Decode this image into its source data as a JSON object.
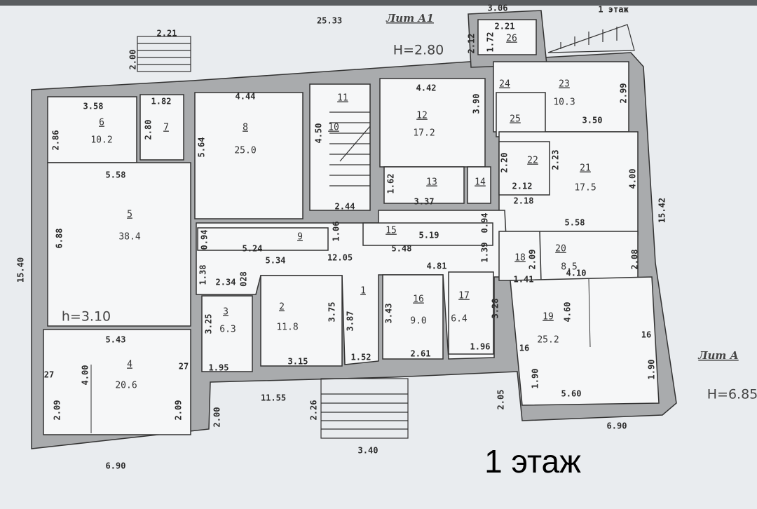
{
  "title": "1 этаж",
  "labels": {
    "lit_a1": "Лит А1",
    "h_a1": "H=2.80",
    "floor_small": "1 этаж",
    "lit_a": "Лит А",
    "h_a": "H=6.85",
    "ceiling": "h=3.10",
    "floor_caption": "1 этаж"
  },
  "rooms": [
    {
      "number": "1"
    },
    {
      "number": "2",
      "area": "11.8"
    },
    {
      "number": "3",
      "area": "6.3"
    },
    {
      "number": "4",
      "area": "20.6"
    },
    {
      "number": "5",
      "area": "38.4"
    },
    {
      "number": "6",
      "area": "10.2"
    },
    {
      "number": "7"
    },
    {
      "number": "8",
      "area": "25.0"
    },
    {
      "number": "9"
    },
    {
      "number": "10"
    },
    {
      "number": "11"
    },
    {
      "number": "12",
      "area": "17.2"
    },
    {
      "number": "13"
    },
    {
      "number": "14"
    },
    {
      "number": "15"
    },
    {
      "number": "16",
      "area": "9.0"
    },
    {
      "number": "17",
      "area": "6.4"
    },
    {
      "number": "18"
    },
    {
      "number": "19",
      "area": "25.2"
    },
    {
      "number": "20",
      "area": "8.5"
    },
    {
      "number": "21",
      "area": "17.5"
    },
    {
      "number": "22"
    },
    {
      "number": "23",
      "area": "10.3"
    },
    {
      "number": "24"
    },
    {
      "number": "25"
    },
    {
      "number": "26"
    }
  ],
  "dimensions": [
    "25.33",
    "2.21",
    "2.00",
    "1.82",
    "3.58",
    "4.44",
    "2.86",
    "2.80",
    "5.64",
    "4.50",
    "5.58",
    "6.88",
    "2.44",
    "0.94",
    "5.24",
    "1.06",
    "5.34",
    "12.05",
    "1.38",
    "2.34",
    "028",
    "15.40",
    "5.43",
    "3.25",
    "3.75",
    "3.87",
    "3.43",
    "3.28",
    "1.95",
    "3.15",
    "1.52",
    "2.61",
    "1.96",
    "27",
    "27",
    "4.00",
    "2.09",
    "2.09",
    "2.00",
    "11.55",
    "2.26",
    "2.05",
    "16",
    "1.90",
    "16",
    "1.90",
    "5.60",
    "4.60",
    "6.90",
    "3.40",
    "6.90",
    "3.06",
    "2.12",
    "2.21",
    "1.72",
    "4.42",
    "3.90",
    "1.62",
    "3.37",
    "2.99",
    "3.50",
    "2.20",
    "2.12",
    "2.23",
    "2.18",
    "4.00",
    "15.42",
    "5.58",
    "5.19",
    "0.94",
    "5.48",
    "1.39",
    "4.81",
    "2.09",
    "1.41",
    "4.10",
    "2.08"
  ],
  "colors": {
    "paper": "#e9ecef",
    "wall": "#a9abad",
    "room": "#f6f7f8",
    "line": "#333333"
  }
}
